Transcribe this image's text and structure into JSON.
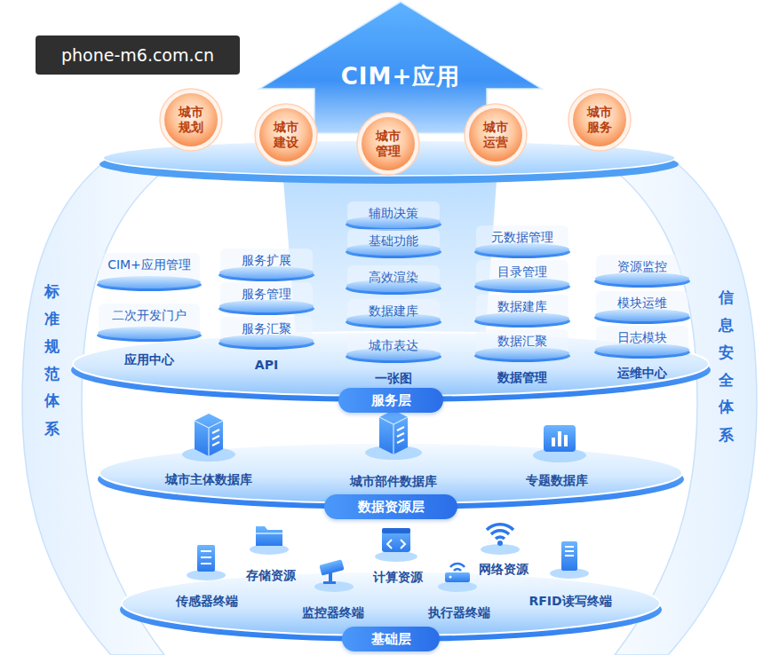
{
  "diagram": {
    "nodes": [
      {
        "text": [
          "CIM+应用"
        ]
      },
      {
        "text": [
          "城市 规划"
        ]
      },
      {
        "text": [
          "城市 建设"
        ]
      },
      {
        "text": [
          "城市 管理"
        ]
      },
      {
        "text": [
          "城市 运营"
        ]
      },
      {
        "text": [
          "城市 服务"
        ]
      },
      {
        "text": [
          "标准规范体系"
        ]
      },
      {
        "text": [
          "信息安全体系"
        ]
      },
      {
        "text": [
          "服务层"
        ]
      },
      {
        "text": [
          "应用中心"
        ],
        "in": 8
      },
      {
        "text": [
          "CIM+应用管理"
        ],
        "in": 9
      },
      {
        "text": [
          "二次开发门户"
        ],
        "in": 9
      },
      {
        "text": [
          "API"
        ],
        "in": 8
      },
      {
        "text": [
          "服务扩展"
        ],
        "in": 12
      },
      {
        "text": [
          "服务管理"
        ],
        "in": 12
      },
      {
        "text": [
          "服务汇聚"
        ],
        "in": 12
      },
      {
        "text": [
          "一张图"
        ],
        "in": 8
      },
      {
        "text": [
          "辅助决策"
        ],
        "in": 16
      },
      {
        "text": [
          "基础功能"
        ],
        "in": 16
      },
      {
        "text": [
          "高效渲染"
        ],
        "in": 16
      },
      {
        "text": [
          "数据建库"
        ],
        "in": 16
      },
      {
        "text": [
          "城市表达"
        ],
        "in": 16
      },
      {
        "text": [
          "数据管理"
        ],
        "in": 8
      },
      {
        "text": [
          "元数据管理"
        ],
        "in": 22
      },
      {
        "text": [
          "目录管理"
        ],
        "in": 22
      },
      {
        "text": [
          "数据建库"
        ],
        "in": 22
      },
      {
        "text": [
          "数据汇聚"
        ],
        "in": 22
      },
      {
        "text": [
          "运维中心"
        ],
        "in": 8
      },
      {
        "text": [
          "资源监控"
        ],
        "in": 27
      },
      {
        "text": [
          "模块运维"
        ],
        "in": 27
      },
      {
        "text": [
          "日志模块"
        ],
        "in": 27
      },
      {
        "text": [
          "数据资源层"
        ]
      },
      {
        "text": [
          "城市主体数据库"
        ],
        "in": 31
      },
      {
        "text": [
          "城市部件数据库"
        ],
        "in": 31
      },
      {
        "text": [
          "专题数据库"
        ],
        "in": 31
      },
      {
        "text": [
          "基础层"
        ]
      },
      {
        "text": [
          "传感器终端"
        ],
        "in": 35
      },
      {
        "text": [
          "存储资源"
        ],
        "in": 35
      },
      {
        "text": [
          "监控器终端"
        ],
        "in": 35
      },
      {
        "text": [
          "计算资源"
        ],
        "in": 35
      },
      {
        "text": [
          "执行器终端"
        ],
        "in": 35
      },
      {
        "text": [
          "网络资源"
        ],
        "in": 35
      },
      {
        "text": [
          "RFID读写终端"
        ],
        "in": 35
      }
    ],
    "labels": [
      "phone-m6.com.cn"
    ]
  }
}
